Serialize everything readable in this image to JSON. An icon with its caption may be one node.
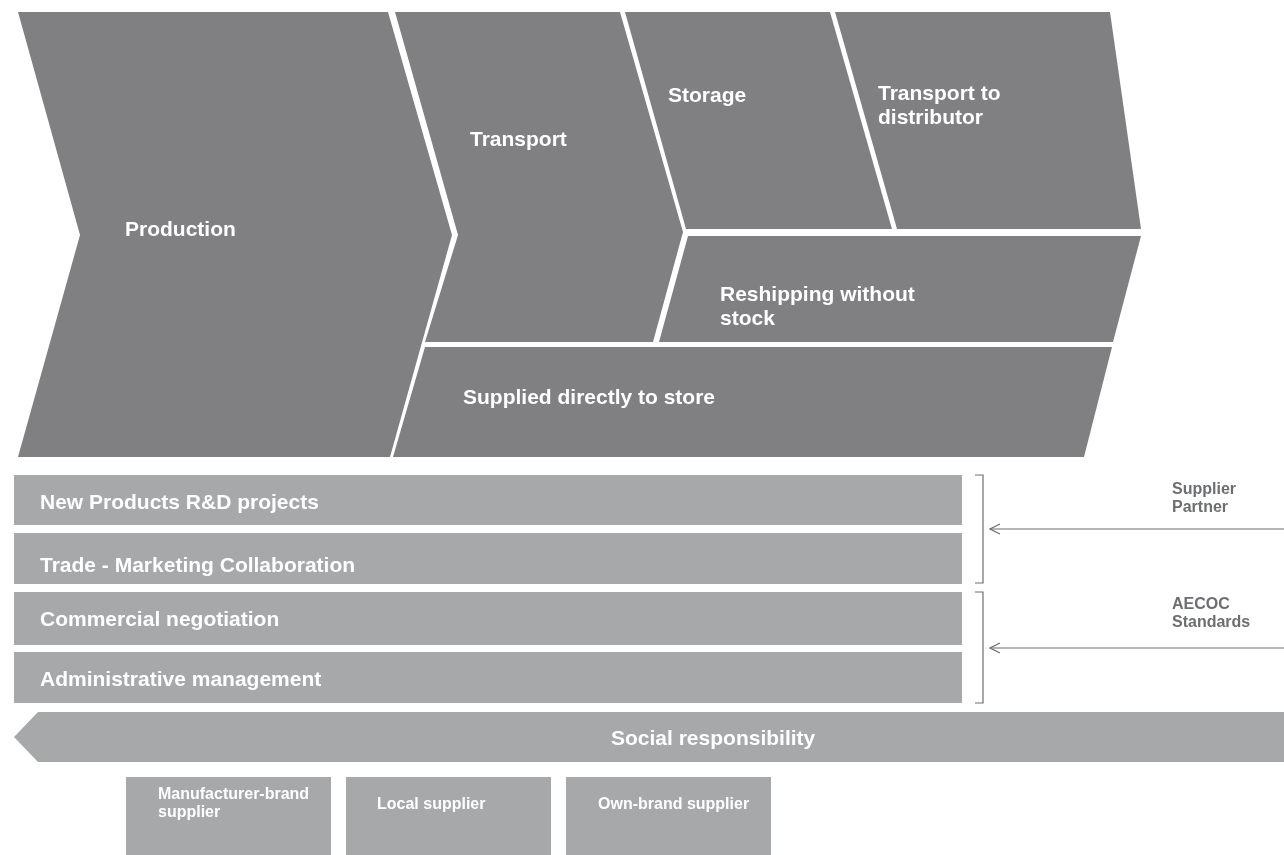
{
  "diagram": {
    "nodes": [
      {
        "text": [
          "Production"
        ]
      },
      {
        "text": [
          "Transport"
        ]
      },
      {
        "text": [
          "Storage"
        ]
      },
      {
        "text": [
          "Transport to distributor"
        ]
      },
      {
        "text": [
          "Reshipping without stock"
        ]
      },
      {
        "text": [
          "Supplied directly to store"
        ]
      },
      {
        "text": [
          "New Products R&D projects"
        ]
      },
      {
        "text": [
          "Trade - Marketing Collaboration"
        ]
      },
      {
        "text": [
          "Commercial negotiation"
        ]
      },
      {
        "text": [
          "Administrative management"
        ]
      },
      {
        "text": [
          "Social responsibility"
        ]
      },
      {
        "text": [
          "Manufacturer-brand supplier"
        ]
      },
      {
        "text": [
          "Local supplier"
        ]
      },
      {
        "text": [
          "Own-brand supplier"
        ]
      },
      {
        "text": [
          "Supplier Partner"
        ]
      },
      {
        "text": [
          "AECOC Standards"
        ]
      }
    ],
    "edges": [
      {
        "from": 14,
        "to": 7,
        "arrow": "to"
      },
      {
        "from": 15,
        "to": 9,
        "arrow": "to"
      }
    ]
  }
}
